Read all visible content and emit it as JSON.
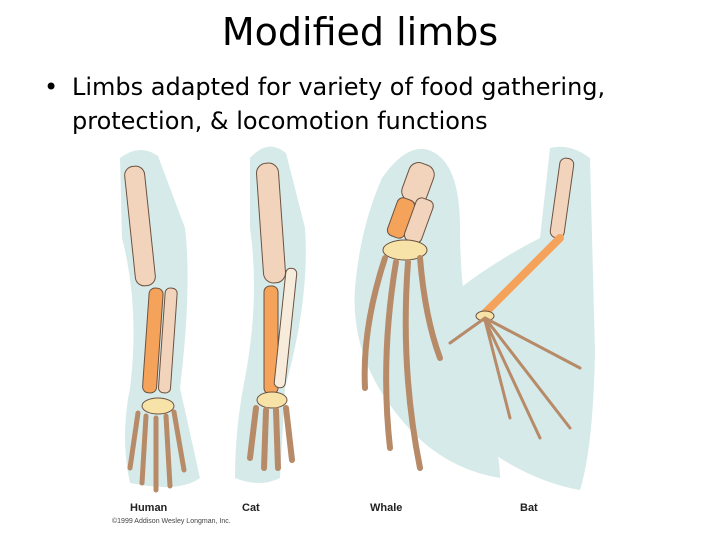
{
  "slide": {
    "title": "Modified limbs",
    "bullet_symbol": "•",
    "bullet": "Limbs adapted for variety of food gathering, protection, & locomotion functions"
  },
  "figure": {
    "labels": [
      "Human",
      "Cat",
      "Whale",
      "Bat"
    ],
    "copyright": "©1999 Addison Wesley Longman, Inc.",
    "colors": {
      "background_shape": "#d6eaea",
      "humerus": "#f2d4bd",
      "radius_ulna": "#f5a25a",
      "carpals": "#f7e2a8",
      "digits": "#b78a68",
      "outline": "#6b5240"
    }
  }
}
